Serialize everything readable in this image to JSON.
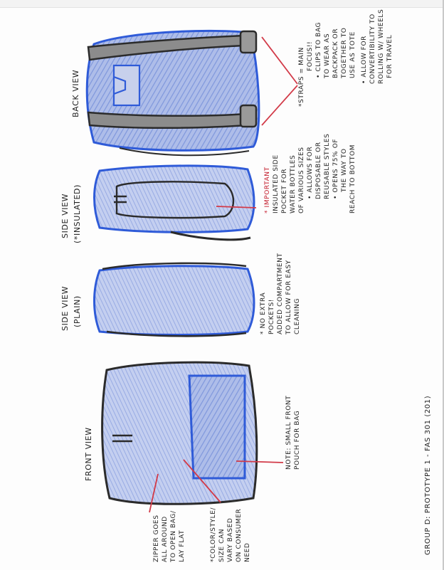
{
  "titles": {
    "front_view": "FRONT VIEW",
    "side_view_plain": [
      "SIDE VIEW",
      "(PLAIN)"
    ],
    "side_view_insulated": [
      "SIDE VIEW",
      "(*INSULATED)"
    ],
    "back_view": "BACK VIEW"
  },
  "notes": {
    "zipper": [
      "ZIPPER GOES",
      "ALL AROUND",
      "TO OPEN BAG/",
      "LAY FLAT"
    ],
    "color_style": [
      "*COLOR/STYLE/",
      "SIZE CAN",
      "VARY BASED",
      "ON CONSUMER",
      "NEED"
    ],
    "front_pouch": [
      "NOTE: SMALL FRONT",
      "POUCH FOR BAG"
    ],
    "no_extra_pockets": [
      "* NO EXTRA",
      "POCKETS!",
      "ADDED COMPARTMENT",
      "TO ALLOW FOR EASY",
      "CLEANING"
    ],
    "insulated_pocket": [
      "* IMPORTANT",
      "INSULATED SIDE",
      "POCKET FOR",
      "WATER BOTTLES",
      "OF VARIOUS SIZES",
      "• ALLOWS FOR",
      "DISPOSABLE OR",
      "REUSABLE STYLES",
      "• OPENS 75% OF",
      "THE WAY TO",
      "REACH TO BOTTOM"
    ],
    "straps": [
      "*STRAPS = MAIN",
      "FOCUS!!",
      "• CLIPS TO BAG",
      "TO WEAR AS",
      "BACKPACK OR",
      "TOGETHER TO",
      "USE AS TOTE",
      "• ALLOW FOR",
      "CONVERTIBILITY TO",
      "ROLLING W/ WHEELS",
      "FOR TRAVEL"
    ]
  },
  "footer": "GROUP D: PROTOTYPE 1 - FAS 301 (201)",
  "colors": {
    "bag_blue": "#7b95dd",
    "outline_blue": "#2f5bd8",
    "strap_dark": "#2b2b2b",
    "strap_gray": "#8c8c8c",
    "arrow_red": "#d23a48",
    "ink": "#222222"
  }
}
